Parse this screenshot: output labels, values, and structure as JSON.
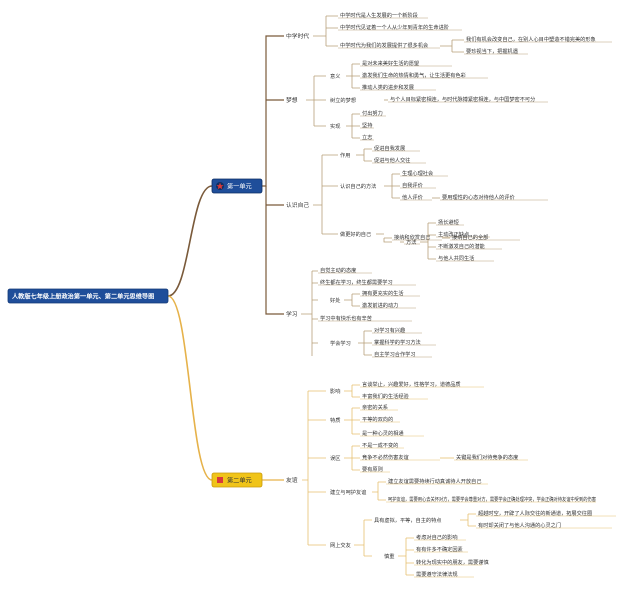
{
  "root": {
    "label": "人教版七年级上册政治第一单元、第二单元思维导图"
  },
  "colors": {
    "root_bg": "#1f4e9a",
    "unit1_bg": "#1f4e9a",
    "unit2_bg": "#f0c419",
    "unit1_branch": "#7a5a3a",
    "unit2_branch": "#e6b24a",
    "leaf_line": "#b8a07a",
    "unit2_leaf_line": "#e6c070"
  },
  "unit1": {
    "label": "第一单元",
    "icon": "star-icon",
    "branches": {
      "middle_school": {
        "label": "中学时代",
        "items": [
          "中学时代是人生发展的一个新阶段",
          "中学时代见证着一个人从少年到青年的生命进阶",
          "中学时代为我们的发展提供了很多机会"
        ],
        "sub": [
          "我们有机会改变自己，在别人心目中塑造不错完美的形象",
          "要珍视当下，把握机遇"
        ]
      },
      "dream": {
        "label": "梦想",
        "meaning": {
          "label": "意义",
          "items": [
            "是对未来美好生活的愿望",
            "激发我们生命的热情和勇气，让生活更有色彩",
            "推动人类的进步和发展"
          ]
        },
        "shaping": {
          "label": "树立的梦想",
          "text": "与个人目标紧密相连，与时代脉搏紧密相连，与中国梦密不可分"
        },
        "realize": {
          "label": "实现",
          "items": [
            "付出努力",
            "坚持",
            "立志"
          ]
        }
      },
      "self": {
        "label": "认识自己",
        "role": {
          "label": "作用",
          "items": [
            "促进自我发展",
            "促进与他人交往"
          ]
        },
        "method": {
          "label": "认识自己的方法",
          "items": [
            "生理心理社会",
            "自我评价",
            "他人评价"
          ],
          "note": "要用理性的心态对待他人的评价"
        },
        "better": {
          "label": "做更好的自己",
          "accept": {
            "label": "接纳和欣赏自己",
            "text": "接纳自己的全部"
          },
          "ways": {
            "label": "方法",
            "items": [
              "扬长避短",
              "主动改正缺点",
              "不断激发自己的潜能",
              "与他人共同生活"
            ]
          }
        }
      },
      "learning": {
        "label": "学习",
        "items": [
          "自觉主动的态度",
          "终生都在学习，终生都需要学习"
        ],
        "benefit": {
          "label": "好处",
          "items": [
            "拥有更充实的生活",
            "激发前进的动力"
          ]
        },
        "joy": "学习中有快乐也有辛苦",
        "learn_to_learn": {
          "label": "学会学习",
          "items": [
            "对学习有兴趣",
            "掌握科学的学习方法",
            "自主学习合作学习"
          ]
        }
      }
    }
  },
  "unit2": {
    "label": "第二单元",
    "icon": "square-icon",
    "branches": {
      "friendship": {
        "label": "友谊",
        "influence": {
          "label": "影响",
          "items": [
            "言谈举止，兴趣爱好，性格学习，道德品质",
            "丰富我们的生活经验"
          ]
        },
        "traits": {
          "label": "特质",
          "items": [
            "亲密的关系",
            "平等的双向的",
            "是一种心灵的相通"
          ]
        },
        "misread": {
          "label": "误区",
          "items": [
            "不是一成不变的",
            "竞争不必然伤害友谊",
            "要有原则"
          ],
          "note": "关键是我们对待竞争的态度"
        },
        "build": {
          "label": "建立与呵护友谊",
          "items": [
            "建立友谊需要持续行动真诚待人开放自己",
            "呵护友谊，需要用心去关怀对方，需要学会尊重对方，需要学会正确处理冲突，学会正确对待友谊中受到的伤害"
          ]
        },
        "online": {
          "label": "网上交友",
          "feature": {
            "label": "具有虚拟，平等，自主的特点",
            "items": [
              "超越时空，开辟了人际交往的新通道，拓展交往圈",
              "有时却关闭了与他人沟通的心灵之门"
            ]
          },
          "caution": {
            "label": "慎重",
            "items": [
              "考虑对自己的影响",
              "有有许多不确定因素",
              "转化为现实中的朋友，需要谨慎",
              "需要遵守法律法规"
            ]
          }
        }
      }
    }
  }
}
